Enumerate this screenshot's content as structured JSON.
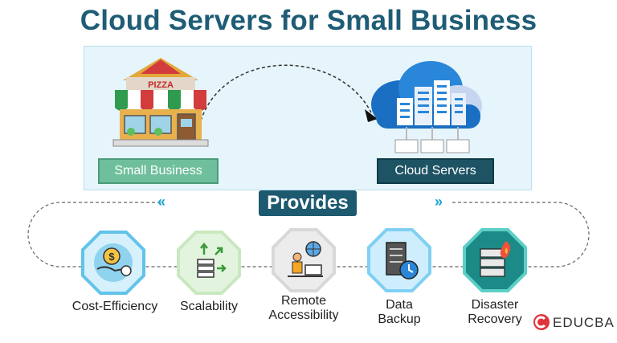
{
  "title": "Cloud Servers for Small Business",
  "left_node": {
    "label": "Small Business",
    "sign": "PIZZA"
  },
  "right_node": {
    "label": "Cloud Servers"
  },
  "center_label": "Provides",
  "features": [
    {
      "label": "Cost-Efficiency",
      "icon": "cost-efficiency-icon"
    },
    {
      "label": "Scalability",
      "icon": "scalability-icon"
    },
    {
      "label": "Remote Accessibility",
      "icon": "remote-accessibility-icon"
    },
    {
      "label": "Data Backup",
      "icon": "data-backup-icon"
    },
    {
      "label": "Disaster Recovery",
      "icon": "disaster-recovery-icon"
    }
  ],
  "brand": "EDUCBA",
  "colors": {
    "title": "#1f5c75",
    "accent": "#1aa3d8",
    "green": "#6fbf9c",
    "dark": "#1d5a70",
    "brand_red": "#e0343c"
  }
}
